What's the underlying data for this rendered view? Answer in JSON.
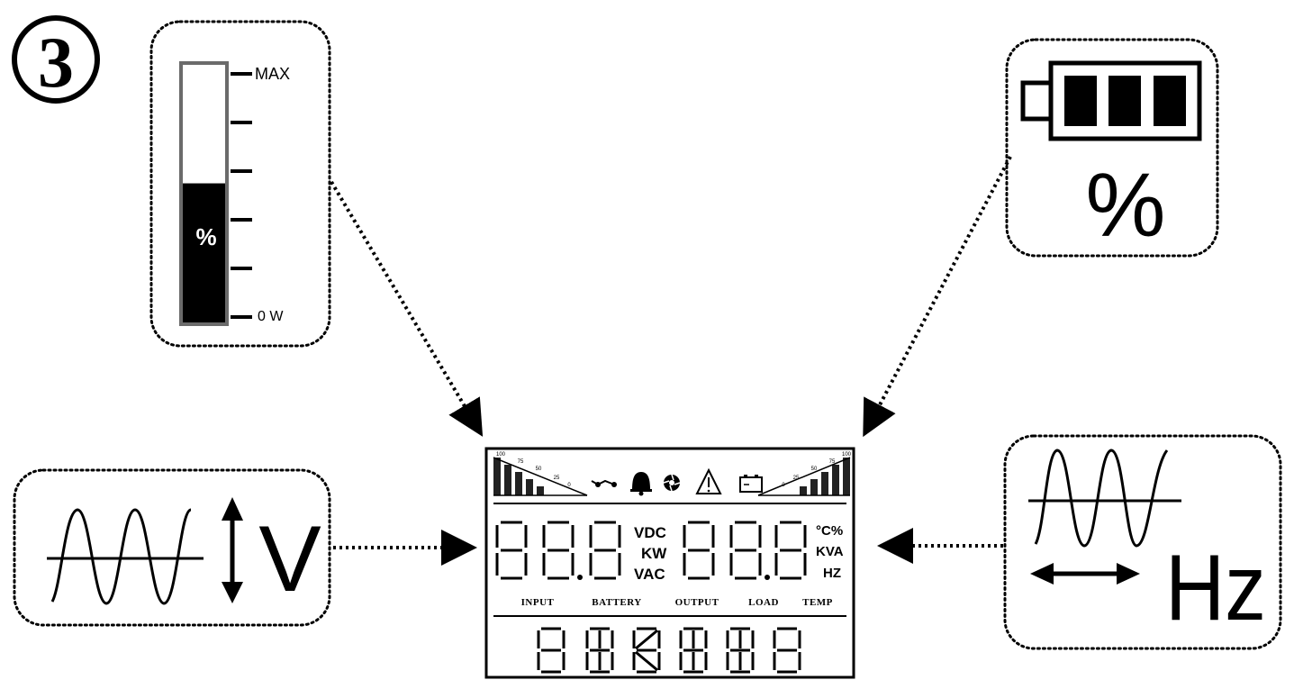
{
  "step_number": "3",
  "load_gauge": {
    "top_label": "MAX",
    "bottom_label": "0 W",
    "unit": "%",
    "fill_fraction": 0.54
  },
  "battery_panel": {
    "unit": "%",
    "bars": 3
  },
  "voltage_panel": {
    "unit": "V"
  },
  "frequency_panel": {
    "unit": "Hz"
  },
  "lcd": {
    "left_units": [
      "VDC",
      "KW",
      "VAC"
    ],
    "right_units": [
      "°C%",
      "KVA",
      "HZ"
    ],
    "left_scale_ticks": [
      "100",
      "75",
      "50",
      "25",
      "0"
    ],
    "right_scale_ticks": [
      "0",
      "25",
      "50",
      "75",
      "100"
    ],
    "labels": [
      "INPUT",
      "BATTERY",
      "OUTPUT",
      "LOAD",
      "TEMP"
    ],
    "icons": [
      "fan-connection-icon",
      "bell-icon",
      "fan-icon",
      "warning-icon",
      "battery-icon"
    ]
  },
  "colors": {
    "ink": "#000000",
    "background": "#ffffff",
    "gauge_border": "#6b6b6b"
  }
}
